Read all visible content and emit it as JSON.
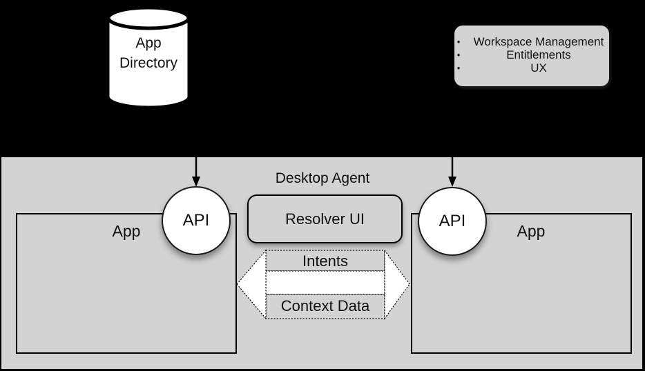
{
  "colors": {
    "background": "#000000",
    "panel_gray": "#d3d3d3",
    "shape_white": "#ffffff",
    "stroke_black": "#000000"
  },
  "app_directory": {
    "line1": "App",
    "line2": "Directory"
  },
  "features_box": {
    "bullet": "•",
    "items": [
      {
        "label": "Workspace Management"
      },
      {
        "label": "Entitlements"
      },
      {
        "label": "UX"
      }
    ]
  },
  "desktop_agent": {
    "title": "Desktop Agent",
    "resolver_label": "Resolver UI",
    "left_app": {
      "label": "App",
      "api_label": "API"
    },
    "right_app": {
      "label": "App",
      "api_label": "API"
    },
    "exchange_arrow": {
      "top_label": "Intents",
      "bottom_label": "Context Data"
    }
  }
}
